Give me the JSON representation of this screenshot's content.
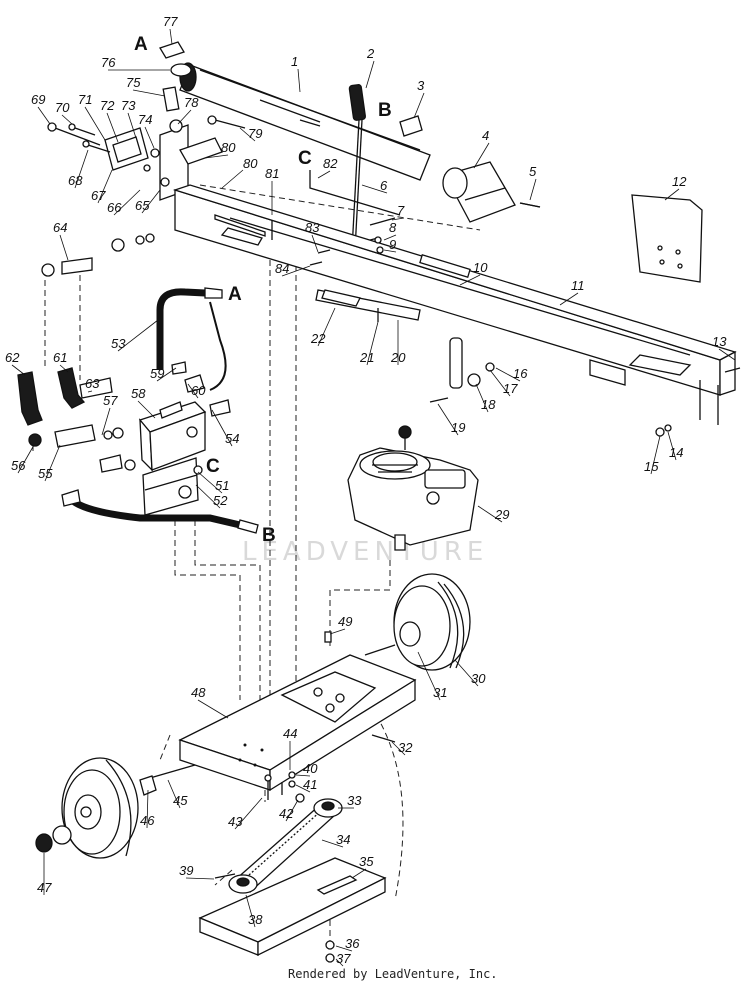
{
  "diagram": {
    "callouts": [
      "1",
      "2",
      "3",
      "4",
      "5",
      "6",
      "7",
      "8",
      "9",
      "10",
      "11",
      "12",
      "13",
      "14",
      "15",
      "16",
      "17",
      "18",
      "19",
      "20",
      "21",
      "22",
      "29",
      "30",
      "31",
      "32",
      "33",
      "34",
      "35",
      "36",
      "37",
      "38",
      "39",
      "40",
      "41",
      "42",
      "43",
      "44",
      "45",
      "46",
      "47",
      "48",
      "49",
      "51",
      "52",
      "53",
      "54",
      "55",
      "56",
      "57",
      "58",
      "59",
      "60",
      "61",
      "62",
      "63",
      "64",
      "65",
      "66",
      "67",
      "68",
      "69",
      "70",
      "71",
      "72",
      "73",
      "74",
      "75",
      "76",
      "77",
      "78",
      "79",
      "80",
      "81",
      "82",
      "83",
      "84"
    ],
    "connector_letters": [
      "A",
      "B",
      "C"
    ],
    "watermark": "LEADVENTURE",
    "footer": "Rendered by LeadVenture, Inc."
  }
}
